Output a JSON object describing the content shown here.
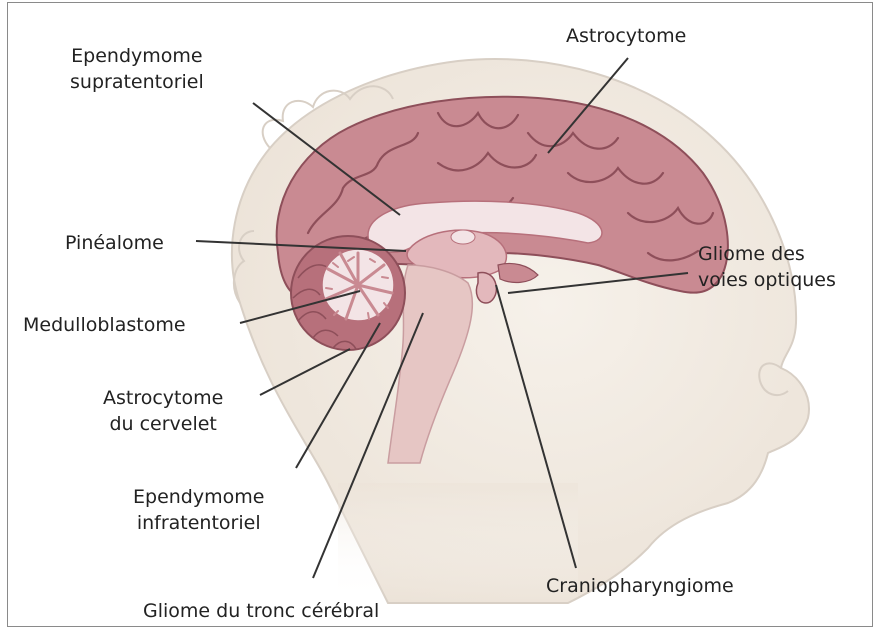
{
  "labels": {
    "ependymome_supra": {
      "line1": "Ependymome",
      "line2": "supratentoriel"
    },
    "astrocytome": "Astrocytome",
    "pinealome": "Pinéalome",
    "gliome_voies": {
      "line1": "Gliome des",
      "line2": "voies optiques"
    },
    "medulloblastome": "Medulloblastome",
    "astrocytome_cervelet": {
      "line1": "Astrocytome",
      "line2": "du cervelet"
    },
    "ependymome_infra": {
      "line1": "Ependymome",
      "line2": "infratentoriel"
    },
    "craniopharyngiome": "Craniopharyngiome",
    "gliome_tronc": "Gliome du tronc cérébral"
  },
  "colors": {
    "head_fill": "#f1ebe3",
    "head_outline": "#d8cfc5",
    "cortex": "#c98a92",
    "cortex_dark": "#8e4f5a",
    "inner": "#e8d2d2",
    "brainstem": "#e6c6c4",
    "cerebellum_outer": "#b7707b",
    "cerebellum_inner": "#f3e4e6",
    "leader": "#333333",
    "text": "#222222"
  }
}
